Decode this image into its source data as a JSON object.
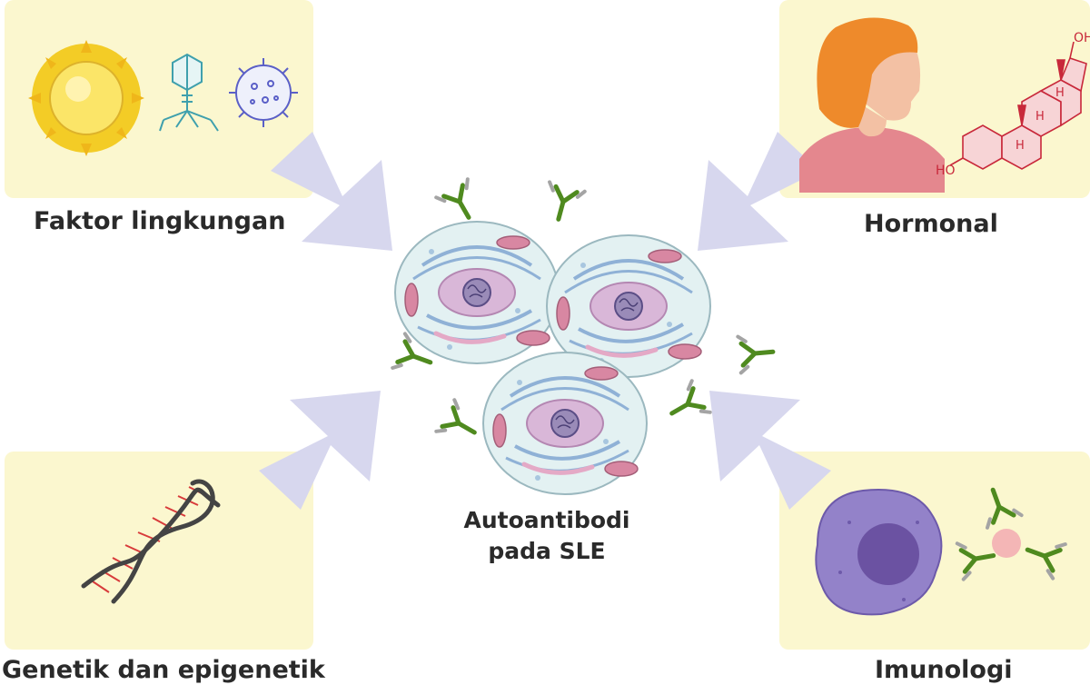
{
  "factors": {
    "environment": "Faktor lingkungan",
    "hormonal": "Hormonal",
    "genetic": "Genetik dan epigenetik",
    "immunology": "Imunologi"
  },
  "center": {
    "line1": "Autoantibodi",
    "line2": "pada SLE"
  },
  "steroid_labels": {
    "oh_top": "OH",
    "oh_bottom": "HO",
    "h1": "H",
    "h2": "H",
    "h3": "H"
  },
  "colors": {
    "panel": "#fbf7cf",
    "arrow": "#d7d7ee",
    "cell": "#e3f1f2",
    "nucleus": "#d9b7d8",
    "antibody": "#4f8a1f"
  }
}
